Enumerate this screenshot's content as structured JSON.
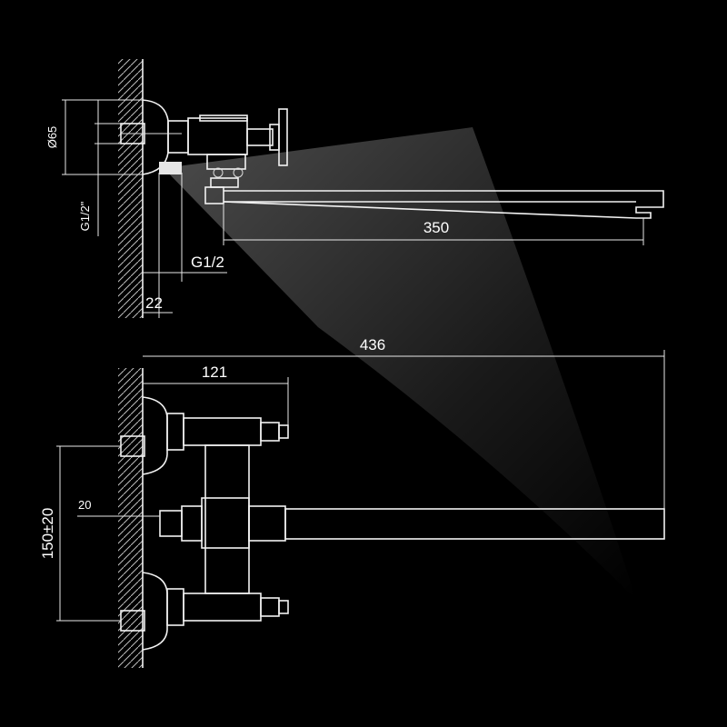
{
  "dimensions": {
    "diameter": "Ø65",
    "thread_vertical": "G1/2\"",
    "thread_horizontal": "G1/2",
    "wall_offset": "22",
    "spout_reach": "350",
    "overall_length": "436",
    "handle_offset": "121",
    "center_offset": "20",
    "center_distance": "150±20"
  },
  "colors": {
    "background": "#000000",
    "linework": "#f2f2f2",
    "light_beam": "#ffffff"
  }
}
